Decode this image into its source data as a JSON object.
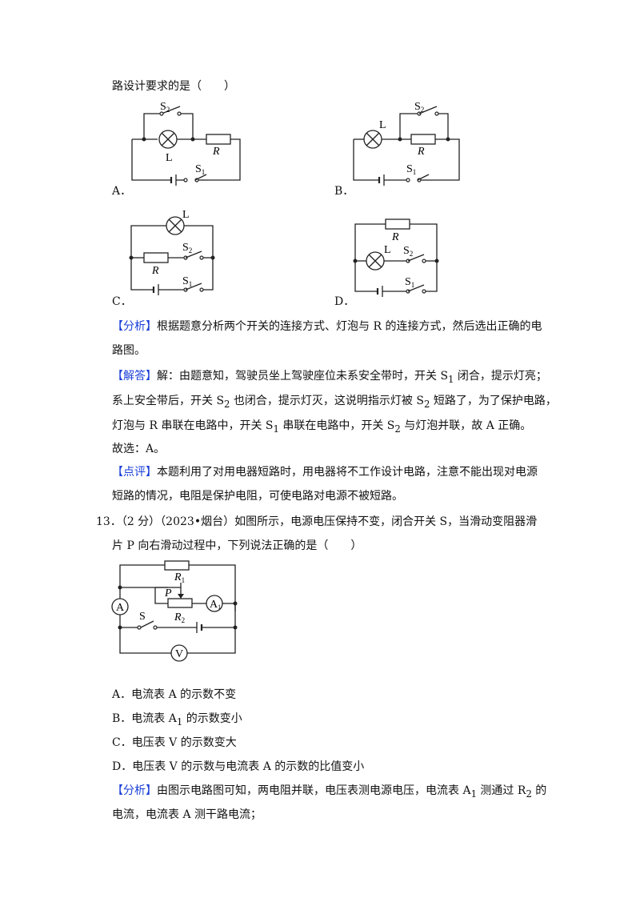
{
  "intro_text": "路设计要求的是（　　）",
  "circuit_options": {
    "A": {
      "label": "A．",
      "S2": "S",
      "S2_sub": "2",
      "L": "L",
      "R": "R",
      "S1": "S",
      "S1_sub": "1"
    },
    "B": {
      "label": "B．",
      "S2": "S",
      "S2_sub": "2",
      "L": "L",
      "R": "R",
      "S1": "S",
      "S1_sub": "1"
    },
    "C": {
      "label": "C．",
      "S2": "S",
      "S2_sub": "2",
      "L": "L",
      "R": "R",
      "S1": "S",
      "S1_sub": "1"
    },
    "D": {
      "label": "D．",
      "S2": "S",
      "S2_sub": "2",
      "L": "L",
      "R": "R",
      "S1": "S",
      "S1_sub": "1"
    }
  },
  "q12_analysis": {
    "tag": "【分析】",
    "line1": "根据题意分析两个开关的连接方式、灯泡与 R 的连接方式，然后选出正确的电",
    "line2": "路图。"
  },
  "q12_solution": {
    "tag": "【解答】",
    "line1a": "解：由题意知，驾驶员坐上驾驶座位未系安全带时，开关 S",
    "line1_sub": "1",
    "line1b": " 闭合，提示灯亮；",
    "line2a": "系上安全带后，开关 S",
    "line2_sub1": "2",
    "line2b": " 也闭合，提示灯灭，这说明指示灯被 S",
    "line2_sub2": "2",
    "line2c": " 短路了，为了保护电路，",
    "line3a": "灯泡与 R 串联在电路中，开关 S",
    "line3_sub1": "1",
    "line3b": " 串联在电路中，开关 S",
    "line3_sub2": "2",
    "line3c": " 与灯泡并联，故 A 正确。",
    "choice": "故选：A。"
  },
  "q12_comment": {
    "tag": "【点评】",
    "line1": "本题利用了对用电器短路时，用电器将不工作设计电路，注意不能出现对电源",
    "line2": "短路的情况，电阻是保护电阻，可使电路对电源不被短路。"
  },
  "q13": {
    "number": "13．",
    "line1": "（2 分）（2023•烟台）如图所示，电源电压保持不变，闭合开关 S，当滑动变阻器滑",
    "line2": "片 P 向右滑动过程中，下列说法正确的是（　　）",
    "diagram": {
      "R1": "R",
      "R1_sub": "1",
      "R2": "R",
      "R2_sub": "2",
      "P": "P",
      "A": "A",
      "A1": "A",
      "A1_sub": "1",
      "S": "S",
      "V": "V"
    },
    "options": [
      {
        "label": "A．",
        "text": "电流表 A 的示数不变"
      },
      {
        "label": "B．",
        "text_a": "电流表 A",
        "sub": "1",
        "text_b": " 的示数变小"
      },
      {
        "label": "C．",
        "text": "电压表 V 的示数变大"
      },
      {
        "label": "D．",
        "text": "电压表 V 的示数与电流表 A 的示数的比值变小"
      }
    ],
    "analysis": {
      "tag": "【分析】",
      "line1a": "由图示电路图可知，两电阻并联，电压表测电源电压，电流表 A",
      "line1_sub1": "1",
      "line1b": " 测通过 R",
      "line1_sub2": "2",
      "line1c": " 的",
      "line2": "电流，电流表 A 测干路电流；"
    }
  }
}
